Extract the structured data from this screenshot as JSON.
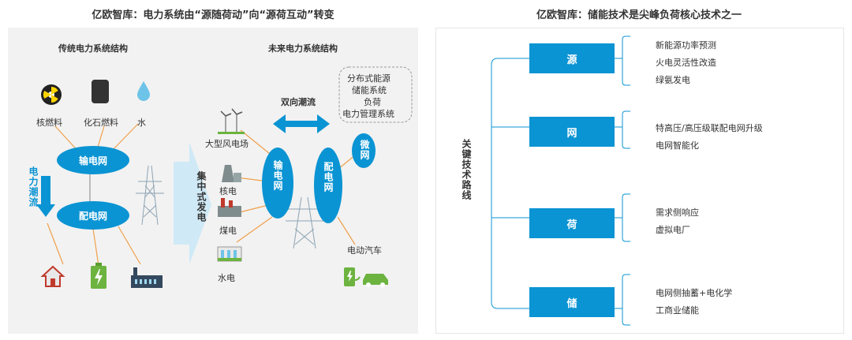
{
  "left": {
    "title": "亿欧智库：电力系统由“源随荷动”向“源荷互动”转变",
    "traditional": {
      "heading": "传统电力系统结构",
      "sources": [
        "核燃料",
        "化石燃料",
        "水"
      ],
      "transmission": "输电网",
      "distribution": "配电网",
      "flow_label": "电力潮流"
    },
    "central_label": "集中式发电",
    "future": {
      "heading": "未来电力系统结构",
      "bidirectional": "双向潮流",
      "distributed_box": [
        "分布式能源",
        "储能系统",
        "负荷",
        "电力管理系统"
      ],
      "generators": [
        "大型风电场",
        "核电",
        "煤电",
        "水电"
      ],
      "transmission": "输电网",
      "distribution": "配电网",
      "microgrid": "微网",
      "ev": "电动汽车"
    }
  },
  "right": {
    "title": "亿欧智库：储能技术是尖峰负荷核心技术之一",
    "route_label": "关键技术路线",
    "groups": [
      {
        "label": "源",
        "items": [
          "新能源功率预测",
          "火电灵活性改造",
          "绿氨发电"
        ]
      },
      {
        "label": "网",
        "items": [
          "特高压/高压级联配电网升级",
          "电网智能化"
        ]
      },
      {
        "label": "荷",
        "items": [
          "需求侧响应",
          "虚拟电厂"
        ]
      },
      {
        "label": "储",
        "items": [
          "电网侧抽蓄+电化学",
          "工商业储能"
        ]
      }
    ]
  },
  "colors": {
    "accent": "#0b94d3",
    "accent_light": "#9fd8f0",
    "orange": "#f0a04b",
    "panel_bg": "#f2f2f2",
    "green": "#6cb33f"
  }
}
